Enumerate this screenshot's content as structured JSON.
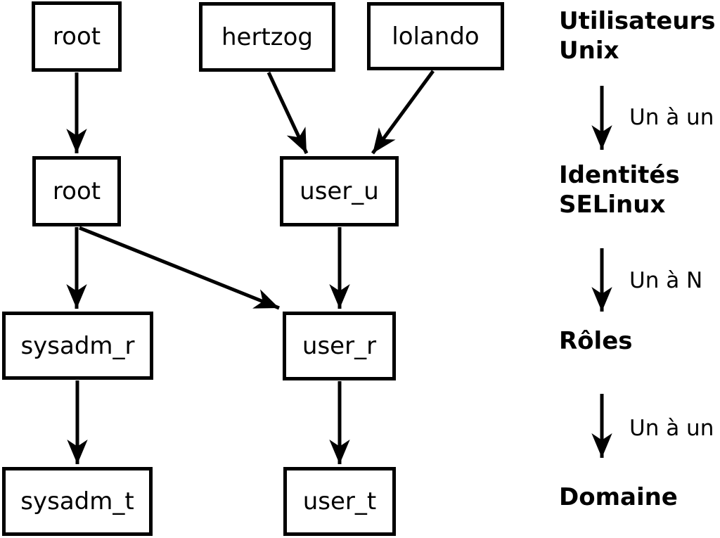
{
  "diagram": {
    "title_semantic": "selinux-identity-role-domain-mapping",
    "nodes": {
      "unix_root": "root",
      "unix_hertzog": "hertzog",
      "unix_lolando": "lolando",
      "identity_root": "root",
      "identity_user_u": "user_u",
      "role_sysadm_r": "sysadm_r",
      "role_user_r": "user_r",
      "domain_sysadm_t": "sysadm_t",
      "domain_user_t": "user_t"
    },
    "edges": [
      {
        "from": "unix_root",
        "to": "identity_root"
      },
      {
        "from": "unix_hertzog",
        "to": "identity_user_u"
      },
      {
        "from": "unix_lolando",
        "to": "identity_user_u"
      },
      {
        "from": "identity_root",
        "to": "role_sysadm_r"
      },
      {
        "from": "identity_root",
        "to": "role_user_r"
      },
      {
        "from": "identity_user_u",
        "to": "role_user_r"
      },
      {
        "from": "role_sysadm_r",
        "to": "domain_sysadm_t"
      },
      {
        "from": "role_user_r",
        "to": "domain_user_t"
      }
    ],
    "legend": {
      "level1": "Utilisateurs\nUnix",
      "relation1": "Un à un",
      "level2": "Identités\nSELinux",
      "relation2": "Un à N",
      "level3": "Rôles",
      "relation3": "Un à un",
      "level4": "Domaine"
    },
    "colors": {
      "foreground": "#000000",
      "background": "#ffffff"
    }
  }
}
